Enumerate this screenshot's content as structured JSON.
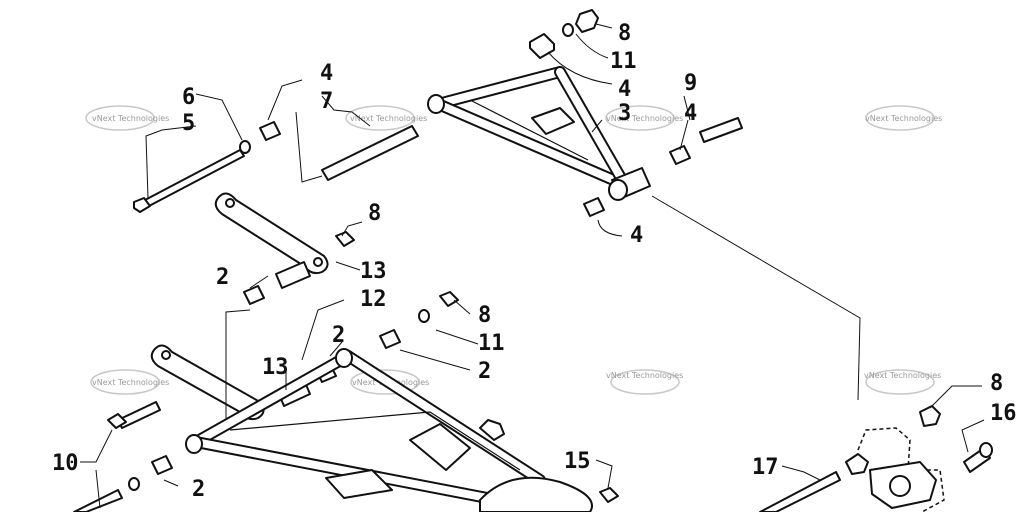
{
  "watermark": {
    "text": "vNext Technologies"
  },
  "callouts": {
    "c1": "8",
    "c2": "11",
    "c3": "4",
    "c4": "3",
    "c5": "9",
    "c6": "4",
    "c7": "4",
    "c8": "4",
    "c9": "7",
    "c10": "6",
    "c11": "5",
    "c12": "8",
    "c13": "13",
    "c14": "2",
    "c15": "12",
    "c16": "8",
    "c17": "11",
    "c18": "2",
    "c19": "2",
    "c20": "13",
    "c21": "15",
    "c22": "10",
    "c23": "2",
    "c24": "8",
    "c25": "16",
    "c26": "17"
  }
}
